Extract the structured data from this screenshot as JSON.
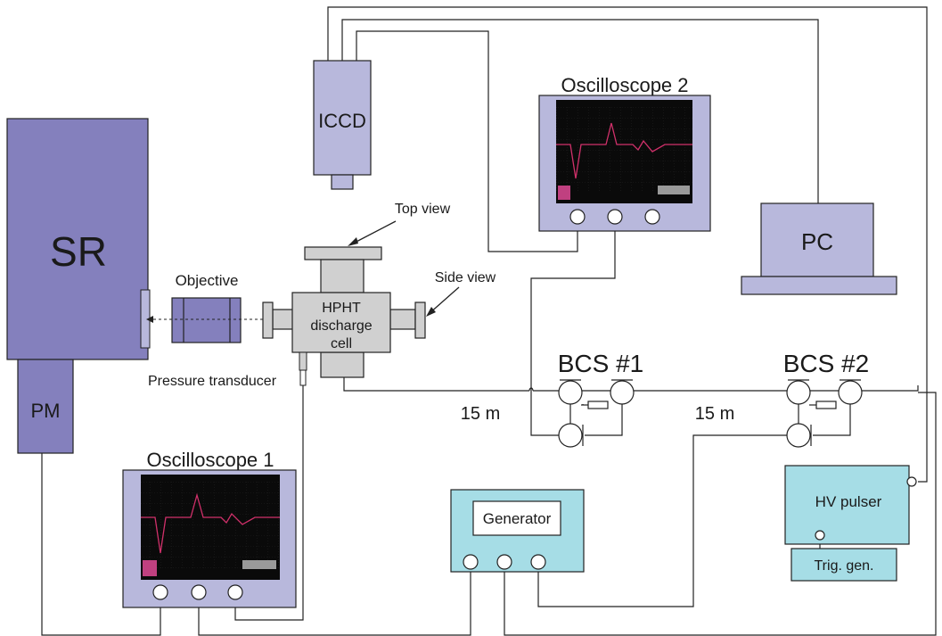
{
  "labels": {
    "sr": "SR",
    "pm": "PM",
    "iccd": "ICCD",
    "pc": "PC",
    "objective": "Objective",
    "top_view": "Top view",
    "side_view": "Side view",
    "cell_line1": "HPHT",
    "cell_line2": "discharge",
    "cell_line3": "cell",
    "pressure_transducer": "Pressure transducer",
    "oscilloscope1": "Oscilloscope 1",
    "oscilloscope2": "Oscilloscope 2",
    "bcs1": "BCS #1",
    "bcs2": "BCS #2",
    "cable1": "15 m",
    "cable2": "15 m",
    "generator": "Generator",
    "hv_pulser": "HV pulser",
    "trig_gen": "Trig. gen."
  },
  "colors": {
    "purple": "#8480bd",
    "lavender": "#b8b8dc",
    "gray": "#d0d0d0",
    "cyan": "#a6dde6",
    "screen": "#0a0a0a",
    "trace": "#d0306a"
  }
}
